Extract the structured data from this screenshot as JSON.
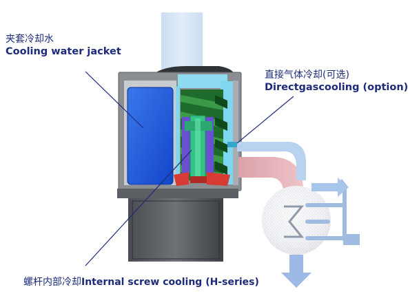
{
  "labels": {
    "jacket": {
      "zh": "夹套冷却水",
      "en": "Cooling water jacket"
    },
    "gas": {
      "zh": "直接气体冷却(可选)",
      "en": "Directgascooling (option)"
    },
    "screw": {
      "zh": "螺杆内部冷却",
      "en": "Internal screw cooling (H-series)"
    }
  },
  "colors": {
    "water_blue": "#1f5fe0",
    "flow_light_blue": "#cfe3f8",
    "gas_cyan": "#7fd6ef",
    "screw_green": "#2e7d3a",
    "shaft_teal": "#3ac48a",
    "hot_pink": "#e3a9b0",
    "housing_gray": "#8a8d91",
    "label_navy": "#1d2b7a"
  }
}
